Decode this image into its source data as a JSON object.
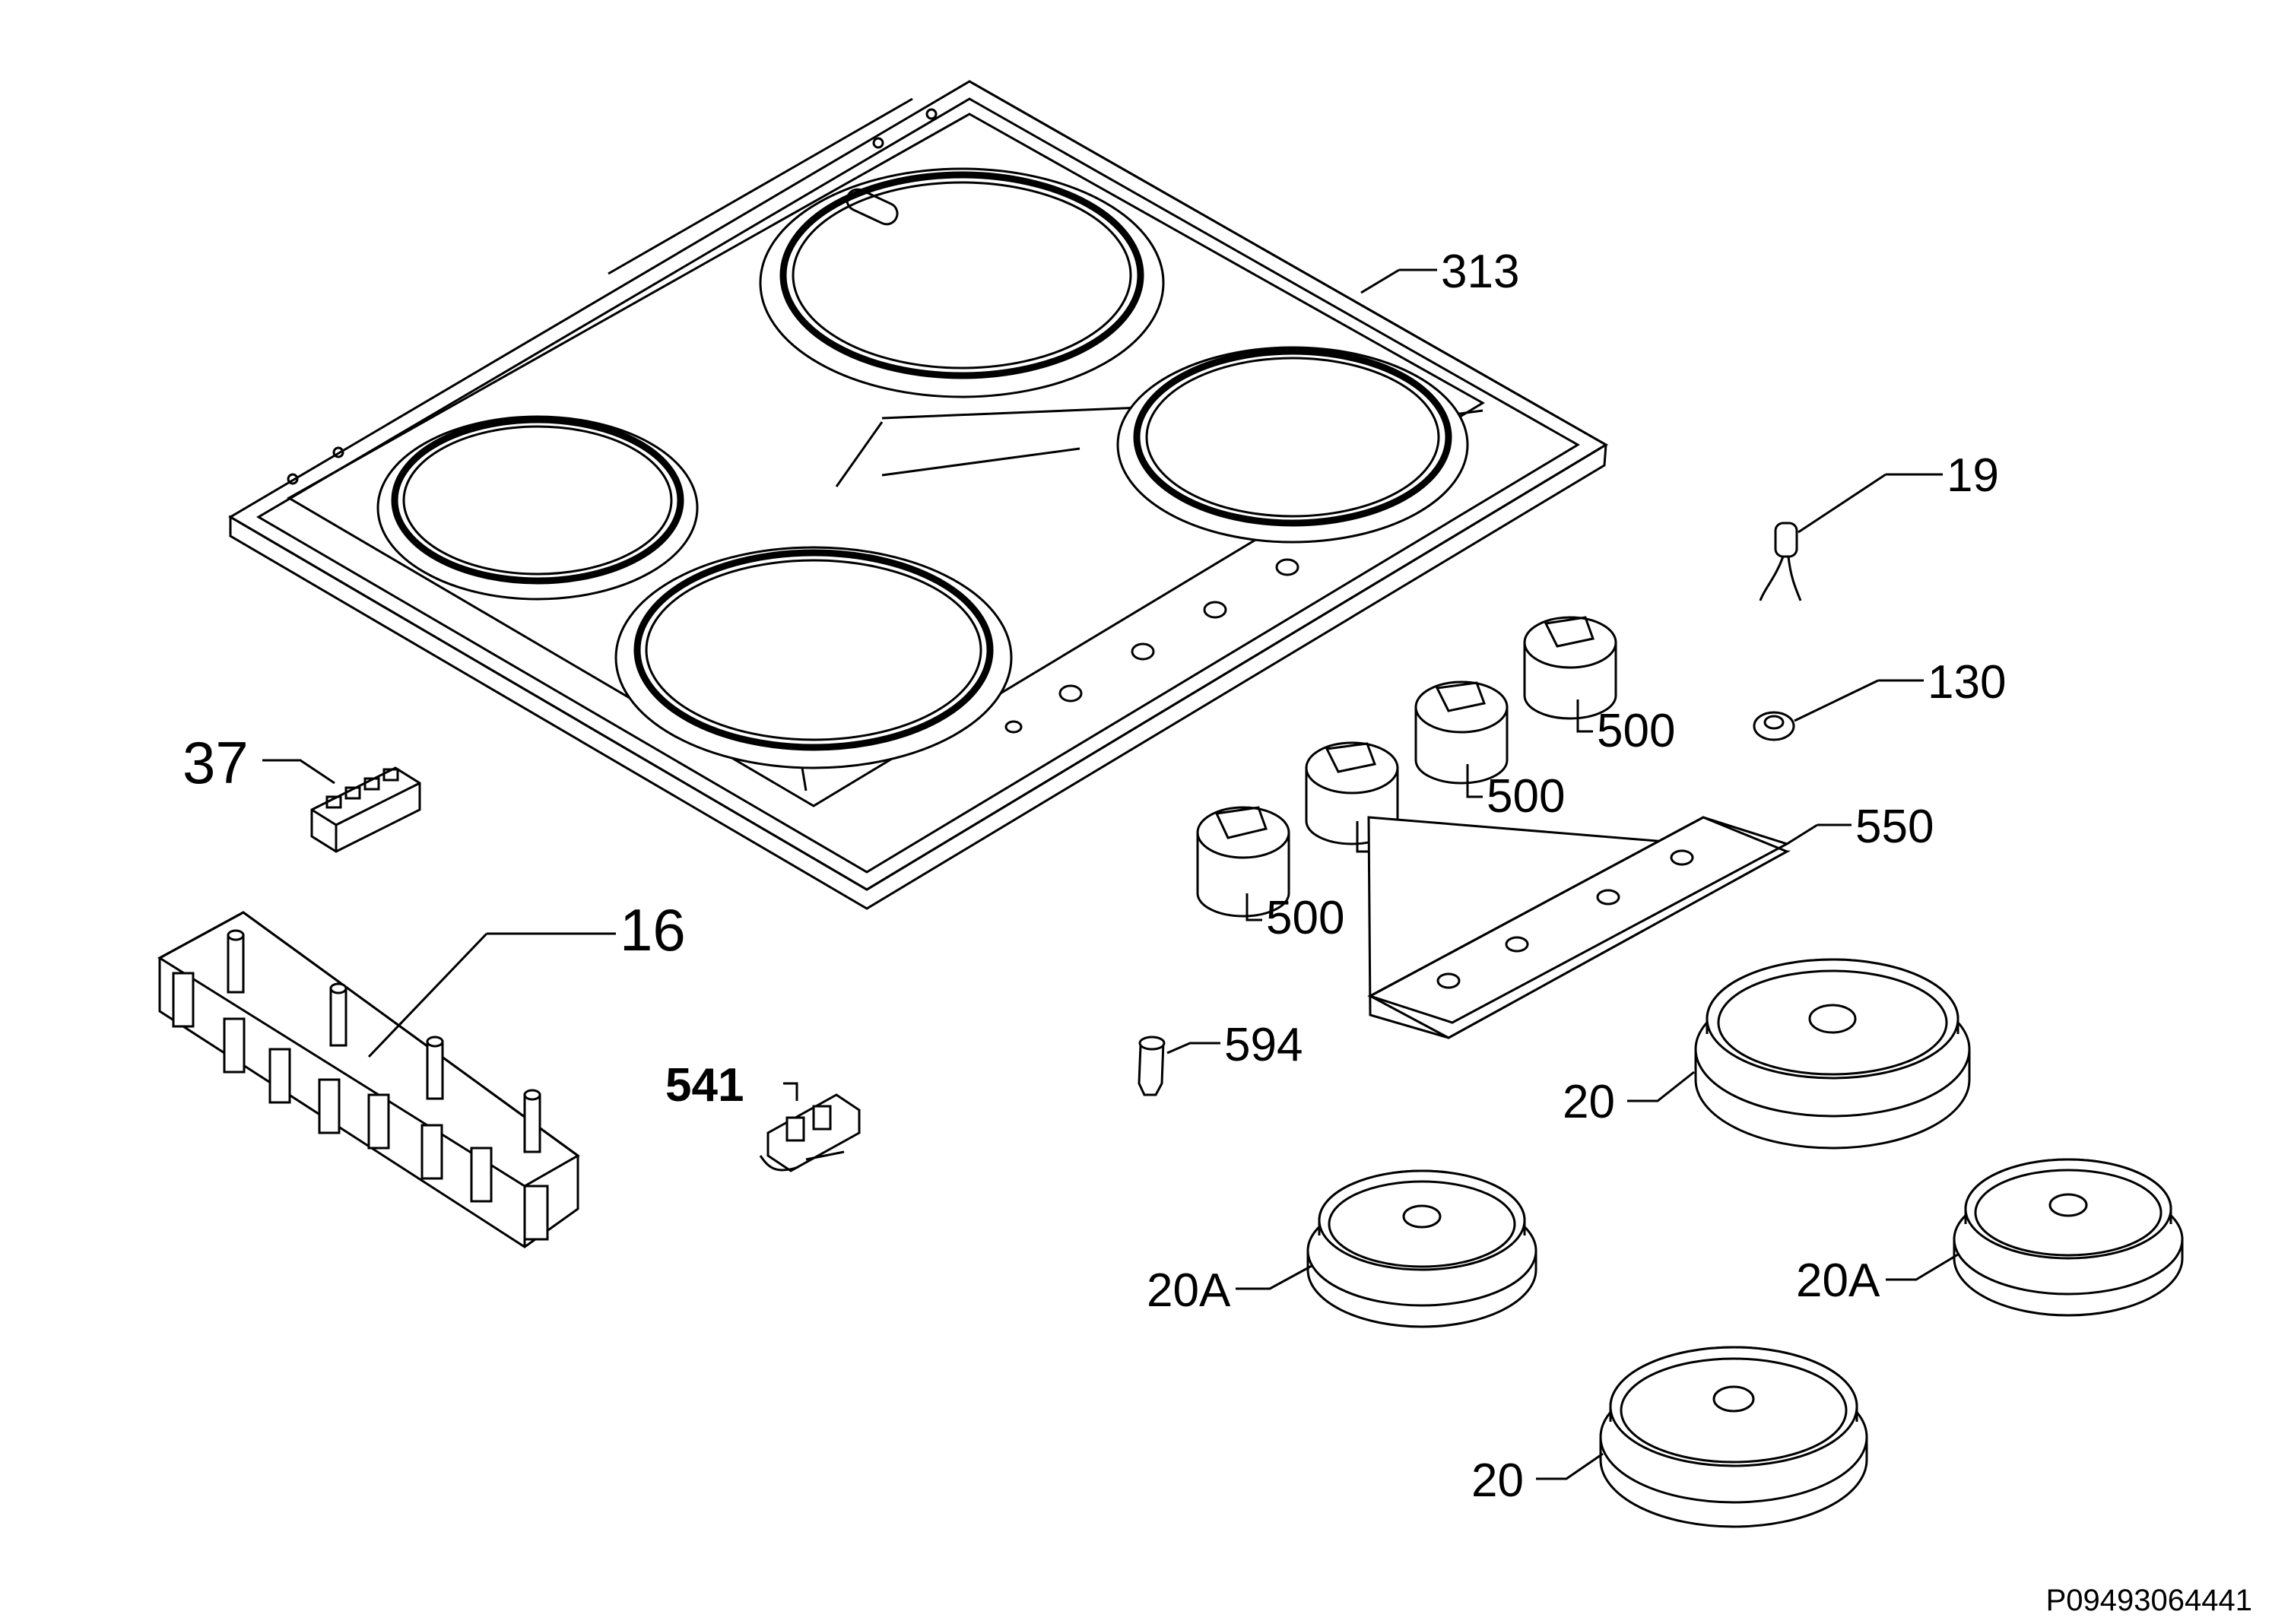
{
  "callouts": {
    "hob_top": "313",
    "indicator_lamp": "19",
    "nut": "130",
    "knob_1": "500",
    "knob_2": "500",
    "knob_3": "500",
    "knob_4": "500",
    "terminal_block": "37",
    "control_panel": "550",
    "switch_block": "16",
    "lamp_holder": "594",
    "thermostat": "541",
    "hotplate_large_right": "20",
    "hotplate_small_left": "20A",
    "hotplate_small_right": "20A",
    "hotplate_large_bottom": "20"
  },
  "drawing_code": "P09493064441"
}
